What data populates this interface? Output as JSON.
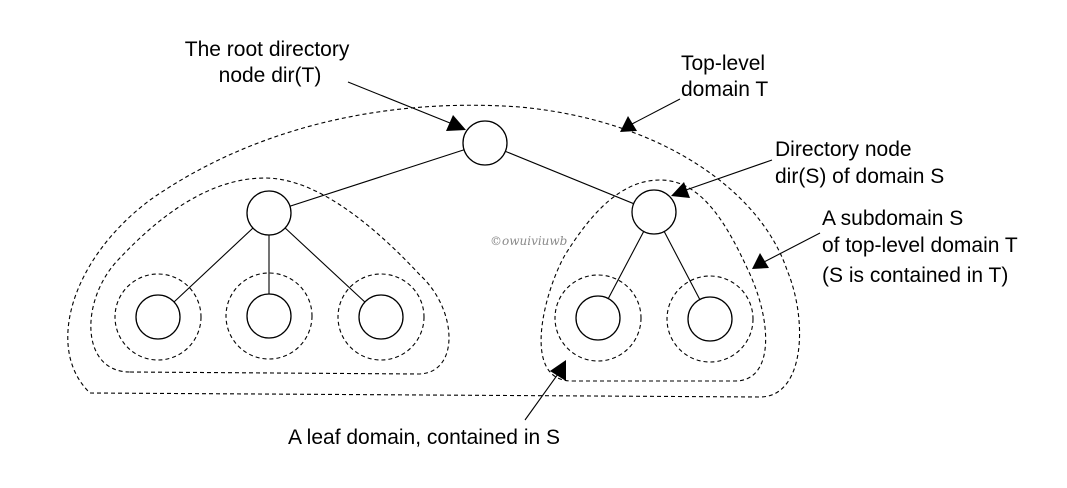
{
  "labels": {
    "root_line1": "The root directory",
    "root_line2": "node dir(T)",
    "top_level_line1": "Top-level",
    "top_level_line2": "domain T",
    "dirnode_line1": "Directory node",
    "dirnode_line2": "dir(S) of domain S",
    "subdomain_line1": "A subdomain S",
    "subdomain_line2": "of top-level domain T",
    "subdomain_line3": "(S is contained in T)",
    "leaf": "A leaf domain, contained in S"
  },
  "watermark": "©owuiviuwb"
}
